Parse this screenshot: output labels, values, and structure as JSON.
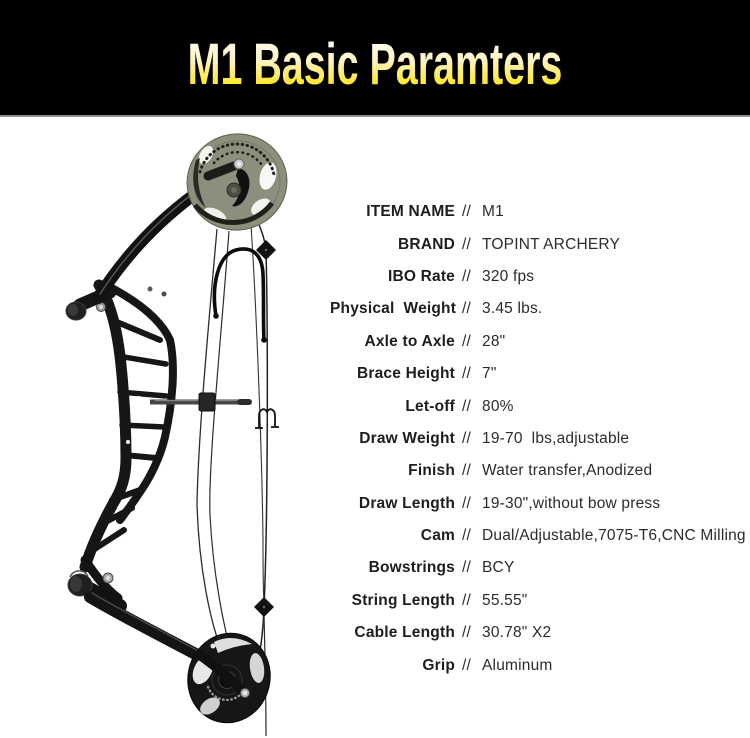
{
  "header": {
    "title": "M1 Basic Paramters",
    "background": "#000000",
    "gradient_top": "#ffffff",
    "gradient_mid": "#fdf3c2",
    "gradient_bottom": "#ffe400"
  },
  "illustration": {
    "name": "compound-bow-photo",
    "cam_color": "#8e8e7d",
    "frame_color": "#161616"
  },
  "specs": {
    "separator": "//",
    "rows": [
      {
        "label": "ITEM NAME",
        "value": "M1"
      },
      {
        "label": "BRAND",
        "value": "TOPINT ARCHERY"
      },
      {
        "label": "IBO Rate",
        "value": "320 fps"
      },
      {
        "label": "Physical  Weight",
        "value": "3.45 lbs."
      },
      {
        "label": "Axle to Axle",
        "value": "28\""
      },
      {
        "label": "Brace Height",
        "value": "7\""
      },
      {
        "label": "Let-off",
        "value": "80%"
      },
      {
        "label": "Draw Weight",
        "value": "19-70  lbs,adjustable"
      },
      {
        "label": "Finish",
        "value": "Water transfer,Anodized"
      },
      {
        "label": "Draw Length",
        "value": "19-30\",without bow press"
      },
      {
        "label": "Cam",
        "value": "Dual/Adjustable,7075-T6,CNC Milling"
      },
      {
        "label": "Bowstrings",
        "value": "BCY"
      },
      {
        "label": "String Length",
        "value": "55.55\""
      },
      {
        "label": "Cable Length",
        "value": "30.78\" X2"
      },
      {
        "label": "Grip",
        "value": "Aluminum"
      }
    ]
  }
}
